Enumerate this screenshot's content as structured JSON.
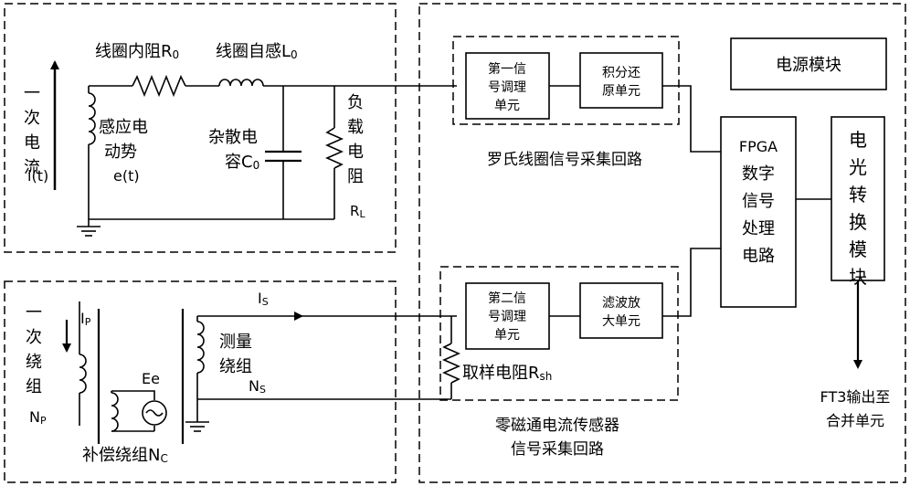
{
  "rogowski": {
    "primary_current_vertical": "一次电流",
    "primary_current_symbol": "i(t)",
    "emf_label_1": "感应电",
    "emf_label_2": "动势",
    "emf_symbol": "e(t)",
    "internal_resistance_label": "线圈内阻R",
    "internal_resistance_sub": "0",
    "self_inductance_label": "线圈自感L",
    "self_inductance_sub": "0",
    "stray_cap_label_1": "杂散电",
    "stray_cap_label_2": "容C",
    "stray_cap_sub": "0",
    "load_res_vertical": "负载电阻",
    "load_res_symbol": "R",
    "load_res_sub": "L"
  },
  "zero_flux": {
    "primary_winding_vertical": "一次绕组",
    "primary_winding_symbol": "N",
    "primary_winding_sub": "P",
    "ip_label": "I",
    "ip_sub": "P",
    "ee_label": "Ee",
    "measure_winding_1": "测量",
    "measure_winding_2": "绕组",
    "ns_label": "N",
    "ns_sub": "S",
    "is_label": "I",
    "is_sub": "S",
    "compensation_winding": "补偿绕组N",
    "compensation_sub": "C",
    "sampling_res_label": "取样电阻R",
    "sampling_res_sub": "sh"
  },
  "blocks": {
    "signal_cond_1": [
      "第一信",
      "号调理",
      "单元"
    ],
    "integral_restore": [
      "积分还",
      "原单元"
    ],
    "rogowski_loop_caption": "罗氏线圈信号采集回路",
    "signal_cond_2": [
      "第二信",
      "号调理",
      "单元"
    ],
    "filter_amp": [
      "滤波放",
      "大单元"
    ],
    "zero_flux_caption_1": "零磁通电流传感器",
    "zero_flux_caption_2": "信号采集回路",
    "power_module": "电源模块",
    "fpga_lines": [
      "FPGA",
      "数字",
      "信号",
      "处理",
      "电路"
    ],
    "eo_convert": "电光转换模块",
    "output_1": "FT3输出至",
    "output_2": "合并单元"
  }
}
